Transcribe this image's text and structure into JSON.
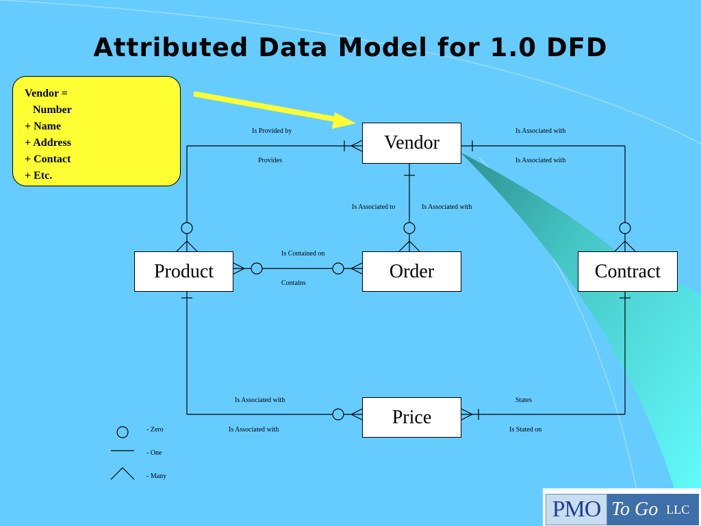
{
  "title": "Attributed Data Model for 1.0 DFD",
  "callout": {
    "lines": [
      "Vendor =",
      "   Number",
      "+ Name",
      "+ Address",
      "+ Contact",
      "+ Etc."
    ]
  },
  "entities": {
    "vendor": "Vendor",
    "product": "Product",
    "order": "Order",
    "contract": "Contract",
    "price": "Price"
  },
  "relationships": {
    "vendor_product_top": "Is Provided by",
    "vendor_product_bottom": "Provides",
    "vendor_contract_top": "Is Associated with",
    "vendor_contract_bottom": "Is Associated with",
    "vendor_order_left": "Is Associated to",
    "vendor_order_right": "Is Associated with",
    "product_order_top": "Is Contained on",
    "product_order_bottom": "Contains",
    "product_price_top": "Is Associated with",
    "product_price_bottom": "Is Associated with",
    "contract_price_top": "States",
    "contract_price_bottom": "Is Stated on"
  },
  "legend": {
    "zero": "- Zero",
    "one": "- One",
    "many": "- Many"
  },
  "logo": {
    "pmo": "PMO",
    "togo": "To Go",
    "llc": "LLC"
  },
  "colors": {
    "background": "#66ccff",
    "callout": "#ffff33",
    "arrow": "#ffff33",
    "swoosh_light": "#66ffff",
    "swoosh_dark": "#339999"
  }
}
